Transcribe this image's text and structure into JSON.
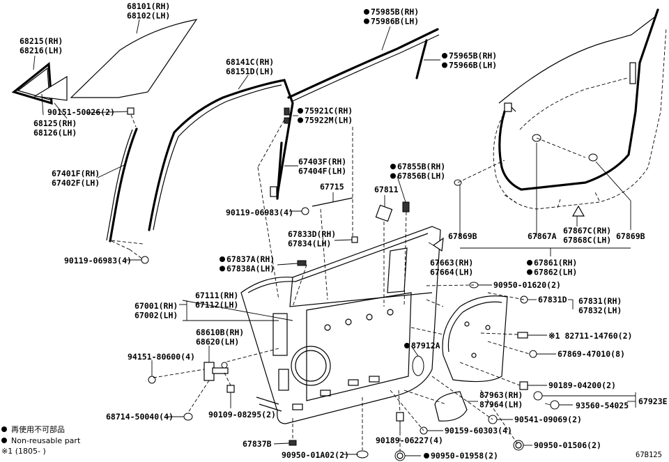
{
  "labels": {
    "l68101": [
      "68101(RH)",
      "68102(LH)"
    ],
    "l68215": [
      "68215(RH)",
      "68216(LH)"
    ],
    "l68141": [
      "68141C(RH)",
      "68151D(LH)"
    ],
    "l75985": [
      "75985B(RH)",
      "75986B(LH)"
    ],
    "l75965": [
      "75965B(RH)",
      "75966B(LH)"
    ],
    "l90151": [
      "90151-50026(2)"
    ],
    "l68125": [
      "68125(RH)",
      "68126(LH)"
    ],
    "l75921": [
      "75921C(RH)",
      "75922M(LH)"
    ],
    "l67401": [
      "67401F(RH)",
      "67402F(LH)"
    ],
    "l67403": [
      "67403F(RH)",
      "67404F(LH)"
    ],
    "l67855": [
      "67855B(RH)",
      "67856B(LH)"
    ],
    "l67715": [
      "67715"
    ],
    "l67811": [
      "67811"
    ],
    "l90119a": [
      "90119-06983(4)"
    ],
    "l67833": [
      "67833D(RH)",
      "67834(LH)"
    ],
    "l67869b1": [
      "67869B"
    ],
    "l67867a": [
      "67867A"
    ],
    "l67867c": [
      "67867C(RH)",
      "67868C(LH)"
    ],
    "l67869b2": [
      "67869B"
    ],
    "l67837a": [
      "67837A(RH)",
      "67838A(LH)"
    ],
    "l90119b": [
      "90119-06983(4)"
    ],
    "l67663": [
      "67663(RH)",
      "67664(LH)"
    ],
    "l67861": [
      "67861(RH)",
      "67862(LH)"
    ],
    "l90950a": [
      "90950-01620(2)"
    ],
    "l67111": [
      "67111(RH)",
      "67112(LH)"
    ],
    "l67001": [
      "67001(RH)",
      "67002(LH)"
    ],
    "l67831d": [
      "67831D"
    ],
    "l67831": [
      "67831(RH)",
      "67832(LH)"
    ],
    "l68610": [
      "68610B(RH)",
      "68620(LH)"
    ],
    "l87912": [
      "87912A"
    ],
    "l82711": [
      "※1 82711-14760(2)"
    ],
    "l94151": [
      "94151-80600(4)"
    ],
    "l67869c": [
      "67869-47010(8)"
    ],
    "l90189a": [
      "90189-04200(2)"
    ],
    "l87963": [
      "87963(RH)",
      "87964(LH)"
    ],
    "l67923": [
      "67923E"
    ],
    "l93560": [
      "93560-54025"
    ],
    "l68714": [
      "68714-50040(4)"
    ],
    "l90109": [
      "90109-08295(2)"
    ],
    "l90541": [
      "90541-09069(2)"
    ],
    "l90159": [
      "90159-60303(4)"
    ],
    "l67837b": [
      "67837B"
    ],
    "l90189b": [
      "90189-06227(4)"
    ],
    "l90950b": [
      "90950-01506(2)"
    ],
    "l90950c": [
      "90950-01A02(2)"
    ],
    "l90950d": [
      "90950-01958(2)"
    ]
  },
  "legend": {
    "line1": "再使用不可部品",
    "line2": "Non-reusable part",
    "line3": "※1 (1805-      )"
  },
  "diagram_code": "67B125"
}
